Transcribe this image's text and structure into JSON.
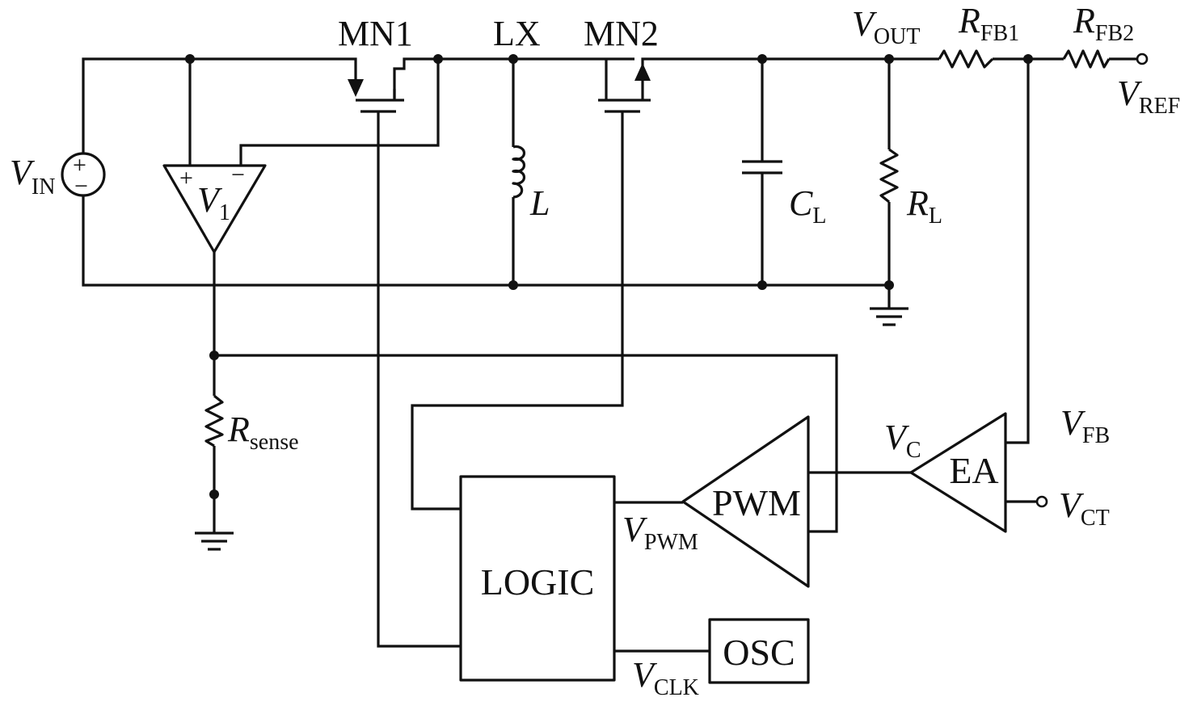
{
  "labels": {
    "mn1": "MN1",
    "lx": "LX",
    "mn2": "MN2",
    "vout_main": "V",
    "vout_sub": "OUT",
    "rfb1_main": "R",
    "rfb1_sub": "FB1",
    "rfb2_main": "R",
    "rfb2_sub": "FB2",
    "vref_main": "V",
    "vref_sub": "REF",
    "vin_main": "V",
    "vin_sub": "IN",
    "v1_main": "V",
    "v1_sub": "1",
    "inductor": "L",
    "cl_main": "C",
    "cl_sub": "L",
    "rl_main": "R",
    "rl_sub": "L",
    "rsense_main": "R",
    "rsense_sub": "sense",
    "vfb_main": "V",
    "vfb_sub": "FB",
    "vc_main": "V",
    "vc_sub": "C",
    "vct_main": "V",
    "vct_sub": "CT",
    "vpwm_main": "V",
    "vpwm_sub": "PWM",
    "vclk_main": "V",
    "vclk_sub": "CLK",
    "comp_plus": "+",
    "comp_minus": "−",
    "src_plus": "+",
    "src_minus": "−"
  },
  "blocks": {
    "logic": "LOGIC",
    "osc": "OSC",
    "pwm": "PWM",
    "ea": "EA"
  },
  "colors": {
    "line": "#111111",
    "background": "#ffffff"
  }
}
